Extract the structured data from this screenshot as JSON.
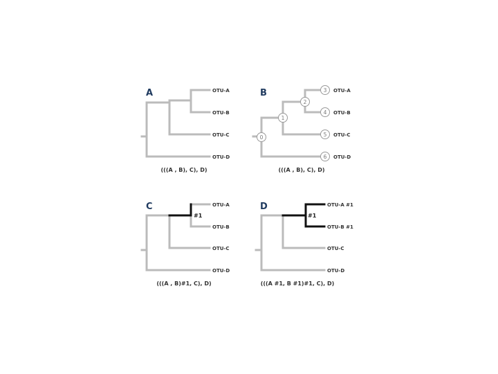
{
  "panels": {
    "a": {
      "letter": "A",
      "leaves": [
        "OTU-A",
        "OTU-B",
        "OTU-C",
        "OTU-D"
      ],
      "newick": "(((A , B), C), D)"
    },
    "b": {
      "letter": "B",
      "leaves": [
        "OTU-A",
        "OTU-B",
        "OTU-C",
        "OTU-D"
      ],
      "node_labels": [
        "0",
        "1",
        "2",
        "3",
        "4",
        "5",
        "6"
      ],
      "newick": "(((A , B), C), D)"
    },
    "c": {
      "letter": "C",
      "leaves": [
        "OTU-A",
        "OTU-B",
        "OTU-C",
        "OTU-D"
      ],
      "foreground_tag": "#1",
      "newick": "(((A , B)#1, C), D)"
    },
    "d": {
      "letter": "D",
      "leaves": [
        "OTU-A #1",
        "OTU-B #1",
        "OTU-C",
        "OTU-D"
      ],
      "foreground_tag": "#1",
      "newick": "(((A #1, B #1)#1, C), D)"
    }
  },
  "colors": {
    "background_branch": "#bbbbbb",
    "foreground_branch": "#111111",
    "panel_letter": "#1f3a5f"
  }
}
